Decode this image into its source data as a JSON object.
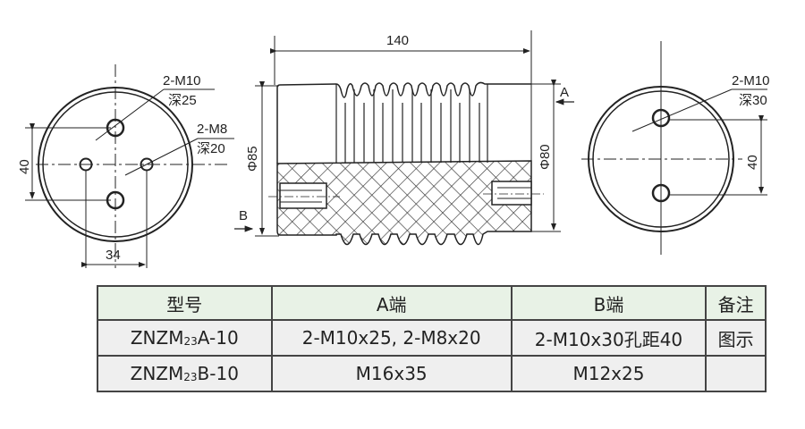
{
  "left_view": {
    "hole1_label": "2-M10",
    "hole1_depth": "深25",
    "hole2_label": "2-M8",
    "hole2_depth": "深20",
    "dim_vertical": "40",
    "dim_horizontal": "34"
  },
  "side_view": {
    "length": "140",
    "diameter_left": "Φ85",
    "diameter_right": "Φ80",
    "end_a": "A",
    "end_b": "B"
  },
  "right_view": {
    "hole_label": "2-M10",
    "hole_depth": "深30",
    "dim_vertical": "40"
  },
  "table": {
    "headers": [
      "型号",
      "A端",
      "B端",
      "备注"
    ],
    "rows": [
      {
        "model_prefix": "ZNZM",
        "model_sub": "23",
        "model_suffix": "A-10",
        "a_end": "2-M10x25, 2-M8x20",
        "b_end": "2-M10x30孔距40",
        "note": "图示"
      },
      {
        "model_prefix": "ZNZM",
        "model_sub": "23",
        "model_suffix": "B-10",
        "a_end": "M16x35",
        "b_end": "M12x25",
        "note": ""
      }
    ]
  },
  "colors": {
    "header_bg": "#e8f2e6",
    "row_bg": "#efefef",
    "line": "#222222"
  }
}
